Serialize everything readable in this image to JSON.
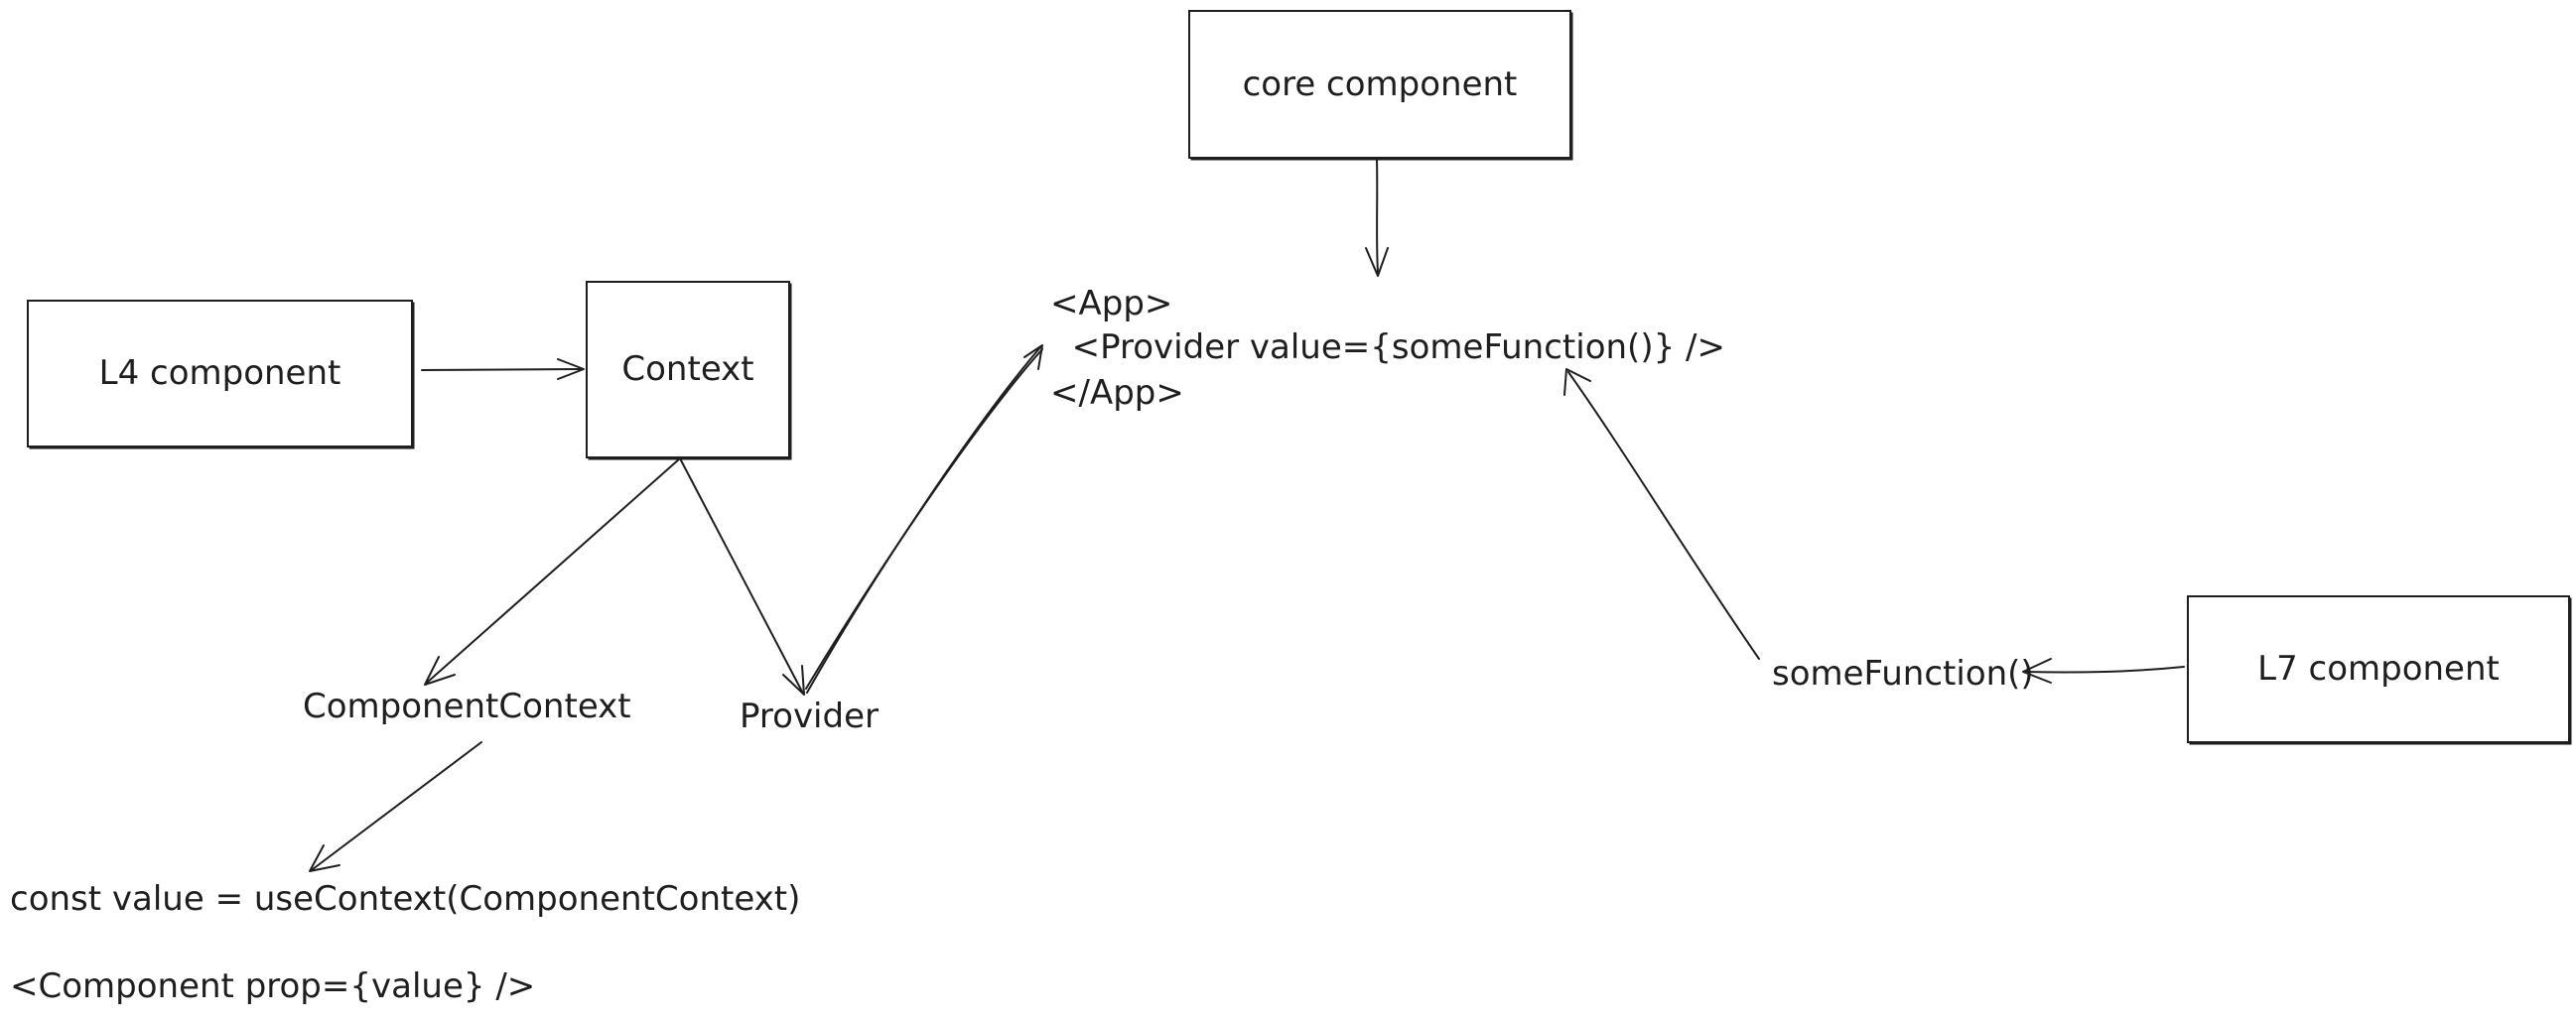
{
  "nodes": {
    "core": "core component",
    "l4": "L4 component",
    "context": "Context",
    "l7": "L7 component"
  },
  "texts": {
    "app_open": "<App>",
    "provider_line": "  <Provider value={someFunction()} />",
    "app_close": "</App>",
    "component_context": "ComponentContext",
    "provider": "Provider",
    "some_function": "someFunction()",
    "use_context": "const value = useContext(ComponentContext)",
    "component_prop": "<Component prop={value} />"
  },
  "edges": [
    {
      "from": "core component",
      "to": "<App>"
    },
    {
      "from": "L4 component",
      "to": "Context"
    },
    {
      "from": "Context",
      "to": "ComponentContext"
    },
    {
      "from": "Context",
      "to": "Provider"
    },
    {
      "from": "Provider",
      "to": "<App>"
    },
    {
      "from": "ComponentContext",
      "to": "const value = useContext(ComponentContext)"
    },
    {
      "from": "L7 component",
      "to": "someFunction()"
    },
    {
      "from": "someFunction()",
      "to": "<Provider value={someFunction()} />"
    }
  ],
  "colors": {
    "ink": "#1e1e1e",
    "background": "#ffffff"
  }
}
